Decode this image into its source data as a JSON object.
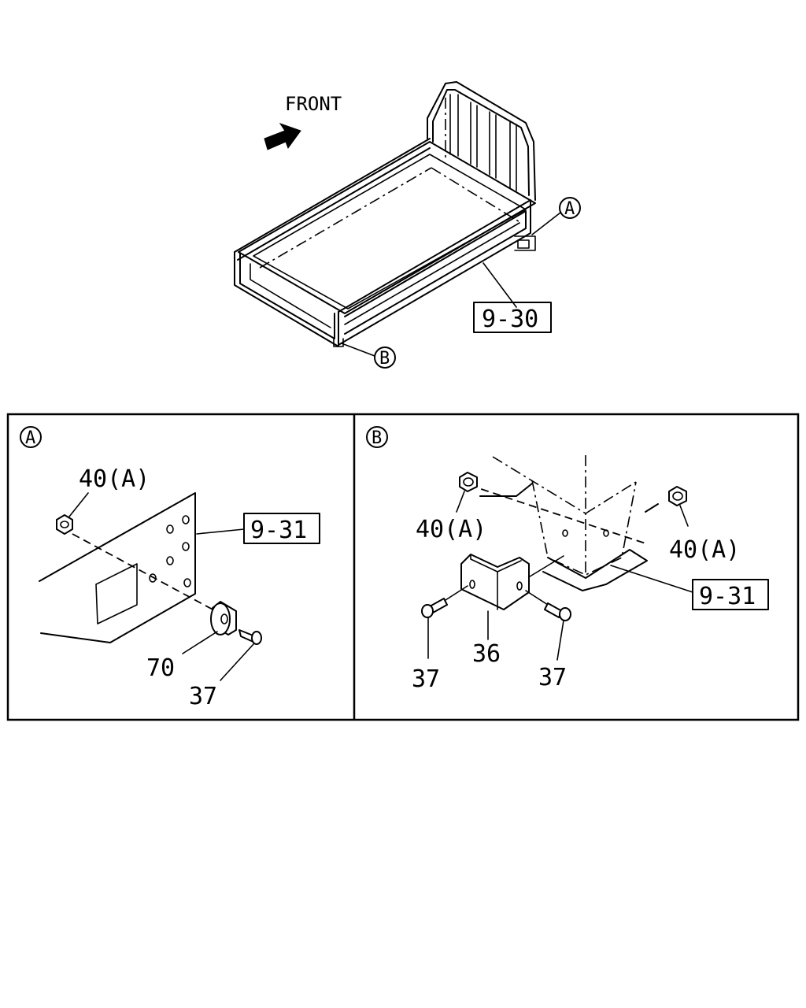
{
  "main_view": {
    "front_label": "FRONT",
    "ref_body": "9-30",
    "callout_a": "A",
    "callout_b": "B"
  },
  "detail_a": {
    "header": "A",
    "nut_label": "40(A)",
    "ref": "9-31",
    "spacer_label": "70",
    "bolt_label": "37"
  },
  "detail_b": {
    "header": "B",
    "nut_left_label": "40(A)",
    "nut_right_label": "40(A)",
    "ref": "9-31",
    "bracket_label": "36",
    "bolt_left_label": "37",
    "bolt_right_label": "37"
  }
}
